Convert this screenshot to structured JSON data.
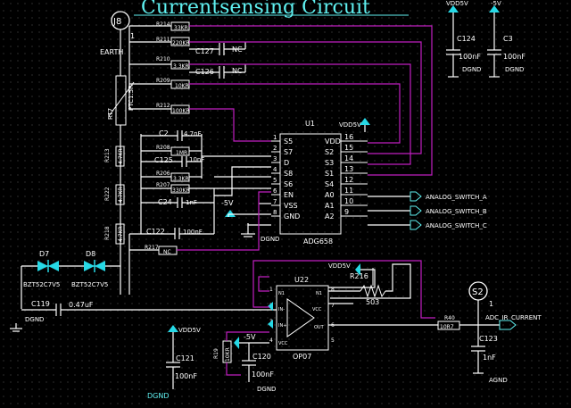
{
  "title": "Currentsensing Circuit",
  "connectors": {
    "j8": {
      "ref": "J8",
      "pin": "1",
      "net": "EARTH"
    },
    "s2": {
      "ref": "S2",
      "pin": "1"
    }
  },
  "power": {
    "top_vdd": "VDD5V",
    "top_neg": "-5V",
    "u1_vdd": "VDD5V",
    "u1_neg": "-5V",
    "u22_vdd": "VDD5V",
    "u22_neg": "-5V",
    "c121_vdd": "VDD5V",
    "dgnd": "DGND",
    "agnd": "AGND"
  },
  "caps_top": [
    {
      "ref": "C124",
      "val": "100nF",
      "gnd": "DGND"
    },
    {
      "ref": "C3",
      "val": "100nF",
      "gnd": "DGND"
    }
  ],
  "resistors_top": [
    {
      "ref": "R214",
      "val": "33KR"
    },
    {
      "ref": "R211",
      "val": "220KR"
    },
    {
      "ref": "R210",
      "val": "3.3KR"
    },
    {
      "ref": "R209",
      "val": "10KR"
    },
    {
      "ref": "R212",
      "val": "100KR"
    }
  ],
  "nc_caps": [
    {
      "ref": "C127",
      "val": "NC"
    },
    {
      "ref": "C126",
      "val": "NC"
    }
  ],
  "thermistor": {
    "ref": "RT7",
    "val": "PTC1.5R"
  },
  "mid_parts": [
    {
      "ref": "C2",
      "val": "4.7nF"
    },
    {
      "ref": "R208",
      "val": "1MR"
    },
    {
      "ref": "C125",
      "val": "10nF"
    },
    {
      "ref": "R206",
      "val": "3.3KR"
    },
    {
      "ref": "R207",
      "val": "330KR"
    },
    {
      "ref": "C24",
      "val": "1nF"
    }
  ],
  "vert_res": [
    {
      "ref": "R213",
      "val": "4.7KR"
    },
    {
      "ref": "R222",
      "val": "4.7KR"
    },
    {
      "ref": "R218",
      "val": "4.7KR"
    }
  ],
  "c122": {
    "ref": "C122",
    "val": "100nF"
  },
  "r217": {
    "ref": "R217",
    "val": "NC"
  },
  "u1": {
    "ref": "U1",
    "part": "ADG658",
    "left_pins": [
      {
        "num": "1",
        "name": "S5"
      },
      {
        "num": "2",
        "name": "S7"
      },
      {
        "num": "3",
        "name": "D"
      },
      {
        "num": "4",
        "name": "S8"
      },
      {
        "num": "5",
        "name": "S6"
      },
      {
        "num": "6",
        "name": "EN"
      },
      {
        "num": "7",
        "name": "VSS"
      },
      {
        "num": "8",
        "name": "GND"
      }
    ],
    "right_pins": [
      {
        "num": "16",
        "name": "VDD"
      },
      {
        "num": "15",
        "name": "S2"
      },
      {
        "num": "14",
        "name": "S3"
      },
      {
        "num": "13",
        "name": "S1"
      },
      {
        "num": "12",
        "name": "S4"
      },
      {
        "num": "11",
        "name": "A0"
      },
      {
        "num": "10",
        "name": "A1"
      },
      {
        "num": "9",
        "name": "A2"
      }
    ]
  },
  "nets": [
    "ANALOG_SWITCH_A",
    "ANALOG_SWITCH_B",
    "ANALOG_SWITCH_C"
  ],
  "diodes": [
    {
      "ref": "D7",
      "val": "BZT52C7V5"
    },
    {
      "ref": "D8",
      "val": "BZT52C7V5"
    }
  ],
  "c119": {
    "ref": "C119",
    "val": "0.47uF"
  },
  "u22": {
    "ref": "U22",
    "part": "OP07",
    "pins": [
      "1",
      "2",
      "3",
      "4",
      "5",
      "6",
      "7",
      "8"
    ],
    "labels": [
      "N1",
      "IN-",
      "IN+",
      "VCC",
      "OUT",
      "VCC",
      "N1"
    ]
  },
  "r216": {
    "ref": "R216",
    "val": "503"
  },
  "r40": {
    "ref": "R40",
    "val": "10R7"
  },
  "c123": {
    "ref": "C123",
    "val": "1nF"
  },
  "adc_net": "ADC_IR_CURRENT",
  "c121": {
    "ref": "C121",
    "val": "100nF"
  },
  "c120": {
    "ref": "C120",
    "val": "100nF"
  },
  "r19": {
    "ref": "R19",
    "val": "10KR"
  }
}
